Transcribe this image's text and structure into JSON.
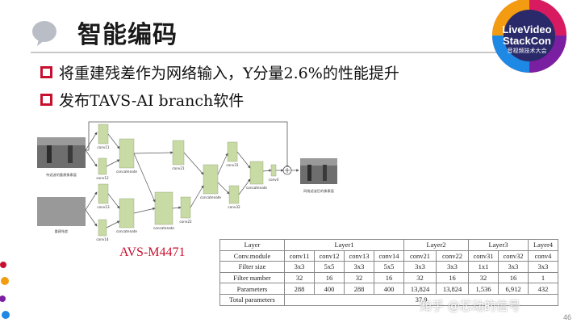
{
  "slide": {
    "title": "智能编码",
    "bullets": [
      "将重建残差作为网络输入，Y分量2.6%的性能提升",
      "发布TAVS-AI branch软件"
    ],
    "page_number": "46"
  },
  "logo": {
    "line1": "LiveVideo",
    "line2": "StackCon",
    "line3": "音视频技术大会"
  },
  "diagram": {
    "input_top_caption": "待滤波的重建像素值",
    "input_bottom_caption": "重建残差",
    "output_caption": "网络滤波后的像素值",
    "nodes": {
      "conv11": "conv11",
      "conv12": "conv12",
      "conv13": "conv13",
      "conv14": "conv14",
      "concat_top": "concatenate",
      "concat_bottom": "concatenate",
      "concat_mid": "concatenate",
      "concat_main": "concatenate",
      "concat_right": "concatenate",
      "conv21": "conv21",
      "conv22": "conv22",
      "conv31": "conv31",
      "conv32": "conv32",
      "conv4": "conv4"
    }
  },
  "avs_label": "AVS-M4471",
  "table": {
    "header": [
      "Layer",
      "Layer1",
      "Layer2",
      "Layer3",
      "Layer4"
    ],
    "rows": [
      {
        "label": "Conv.module",
        "cells": [
          "conv11",
          "conv12",
          "conv13",
          "conv14",
          "conv21",
          "conv22",
          "conv31",
          "conv32",
          "conv4"
        ]
      },
      {
        "label": "Filter size",
        "cells": [
          "3x3",
          "5x5",
          "3x3",
          "5x5",
          "3x3",
          "3x3",
          "1x1",
          "3x3",
          "3x3"
        ]
      },
      {
        "label": "Filter number",
        "cells": [
          "32",
          "16",
          "32",
          "16",
          "32",
          "16",
          "32",
          "16",
          "1"
        ]
      },
      {
        "label": "Parameters",
        "cells": [
          "288",
          "400",
          "288",
          "400",
          "13,824",
          "13,824",
          "1,536",
          "6,912",
          "432"
        ]
      }
    ],
    "total_label": "Total parameters",
    "total_value": "37,9"
  },
  "watermark": "知乎 @芯动的信号",
  "colors": {
    "accent_red": "#c8102e",
    "cube_green": "#c9dba4",
    "bubble_gray": "#b9bec6"
  }
}
